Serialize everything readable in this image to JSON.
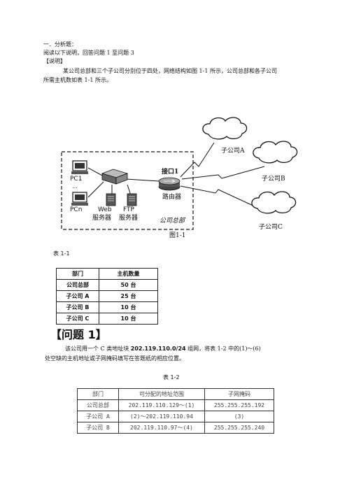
{
  "doc": {
    "section_title": "一．分析题：",
    "instruction": "阅读以下说明，回答问题 1 至问题 3",
    "bracket_label": "【说明】",
    "para1_line1": "某公司总部和三个子公司分别位于四处，网络结构如图 1-1 所示，公司总部和各子公司",
    "para1_line2": "所需主机数如表 1-1 所示。"
  },
  "figure": {
    "pc1": "PC1",
    "dots": "…",
    "pcn": "PCn",
    "web_line1": "Web",
    "web_line2": "服务器",
    "ftp_line1": "FTP",
    "ftp_line2": "服务器",
    "port_label": "接口1",
    "router_label": "路由器",
    "hq_label": "公司总部",
    "sub_a": "子公司A",
    "sub_b": "子公司B",
    "sub_c": "子公司C",
    "caption": "图1-1"
  },
  "table1": {
    "caption": "表 1-1",
    "headers": [
      "部门",
      "主机数量"
    ],
    "rows": [
      [
        "公司总部",
        "50 台"
      ],
      [
        "子公司 A",
        "25 台"
      ],
      [
        "子公司 B",
        "10 台"
      ],
      [
        "子公司 C",
        "10 台"
      ]
    ]
  },
  "question1": {
    "heading": "【问题 1】",
    "line1_pre": "该公司用一个 C 类地址块 ",
    "line1_bold": "202.119.110.0/24",
    "line1_post": " 组网，将表 1-2 中的(1)～(6)",
    "line2": "处空缺的主机地址或子网掩码填写在答题纸的相应位置。"
  },
  "table2": {
    "caption": "表 1-2",
    "headers": [
      "部门",
      "可分配的地址范围",
      "子网掩码"
    ],
    "rows": [
      [
        "公司总部",
        "202.119.110.129～(1)",
        "255.255.255.192"
      ],
      [
        "子公司 A",
        "(2)～202.119.110.94",
        "(3)"
      ],
      [
        "子公司 B",
        "202.119.110.97～(4)",
        "255.255.255.240"
      ]
    ]
  }
}
